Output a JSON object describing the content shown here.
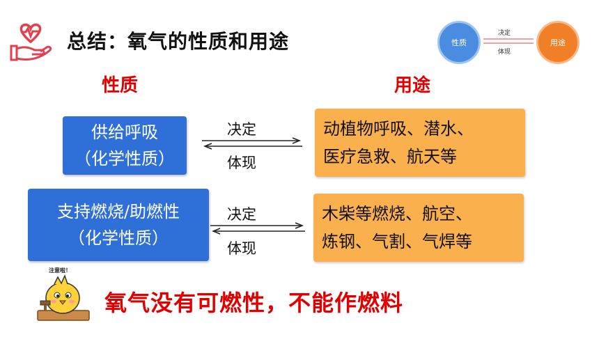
{
  "header": {
    "title": "总结：氧气的性质和用途"
  },
  "diagram": {
    "left_circle": "性质",
    "right_circle": "用途",
    "top_label": "决定",
    "bottom_label": "体现",
    "colors": {
      "left": "#4a8de0",
      "right": "#f07f27"
    }
  },
  "columns": {
    "left_heading": "性质",
    "right_heading": "用途"
  },
  "rows": [
    {
      "property_line1": "供给呼吸",
      "property_line2": "（化学性质）",
      "arrow_top": "决定",
      "arrow_bottom": "体现",
      "use_line1": "动植物呼吸、潜水、",
      "use_line2": "医疗急救、航天等"
    },
    {
      "property_line1": "支持燃烧/助燃性",
      "property_line2": "（化学性质）",
      "arrow_top": "决定",
      "arrow_bottom": "体现",
      "use_line1": "木柴等燃烧、航空、",
      "use_line2": "炼钢、气割、气焊等"
    }
  ],
  "note": {
    "bubble": "注意啦！",
    "conclusion": "氧气没有可燃性，不能作燃料"
  },
  "colors": {
    "accent_red": "#e00000",
    "box_blue": "#2f6fd8",
    "box_orange": "#fbb04e"
  }
}
